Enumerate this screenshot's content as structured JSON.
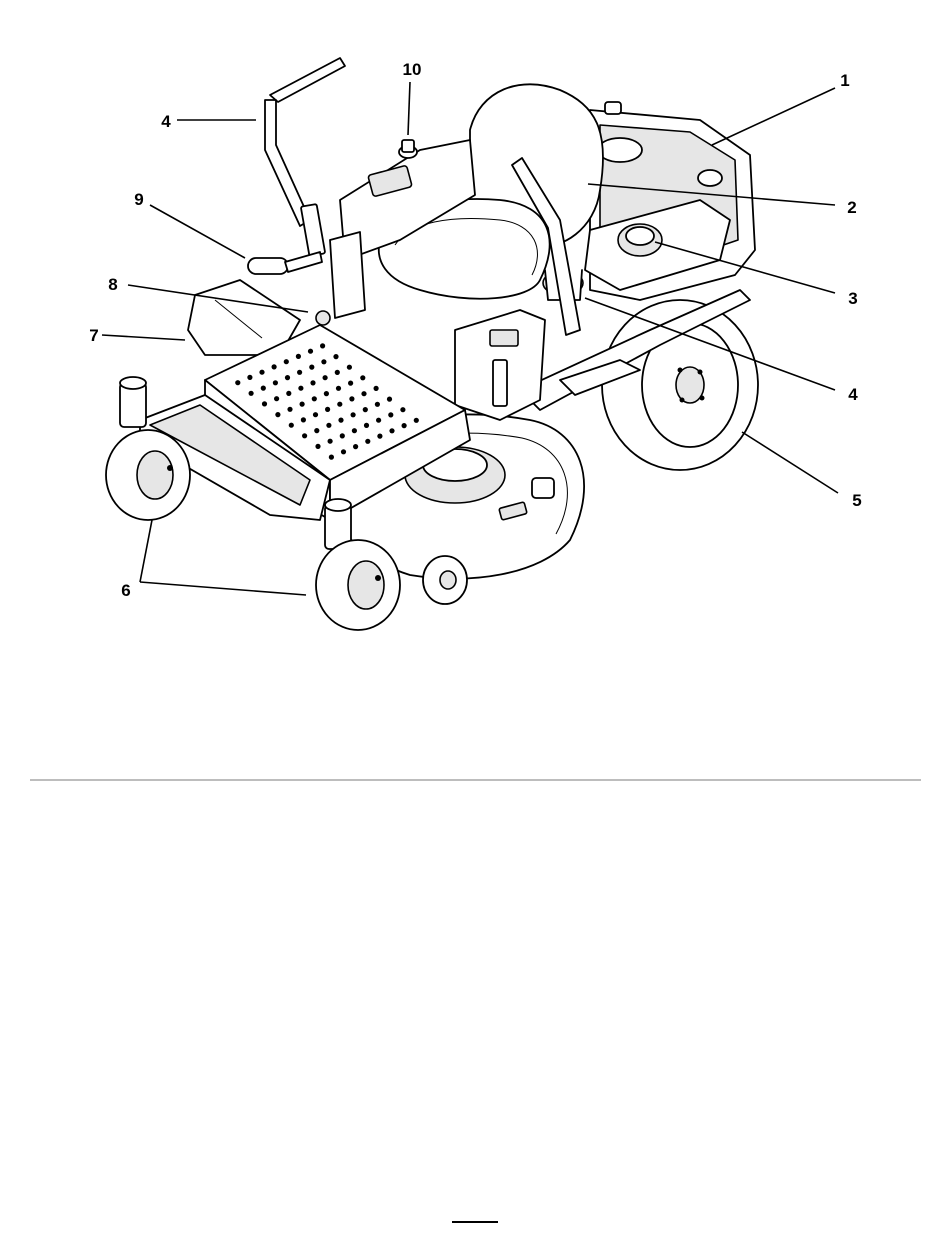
{
  "figure": {
    "callouts": [
      {
        "id": "c1",
        "label": "1"
      },
      {
        "id": "c2",
        "label": "2"
      },
      {
        "id": "c3",
        "label": "3"
      },
      {
        "id": "c4a",
        "label": "4"
      },
      {
        "id": "c4b",
        "label": "4"
      },
      {
        "id": "c5",
        "label": "5"
      },
      {
        "id": "c6",
        "label": "6"
      },
      {
        "id": "c7",
        "label": "7"
      },
      {
        "id": "c8",
        "label": "8"
      },
      {
        "id": "c9",
        "label": "9"
      },
      {
        "id": "c10",
        "label": "10"
      }
    ]
  },
  "colors": {
    "line": "#000000",
    "panel_fill": "#e6e6e6",
    "divider": "#bdbdbd"
  }
}
